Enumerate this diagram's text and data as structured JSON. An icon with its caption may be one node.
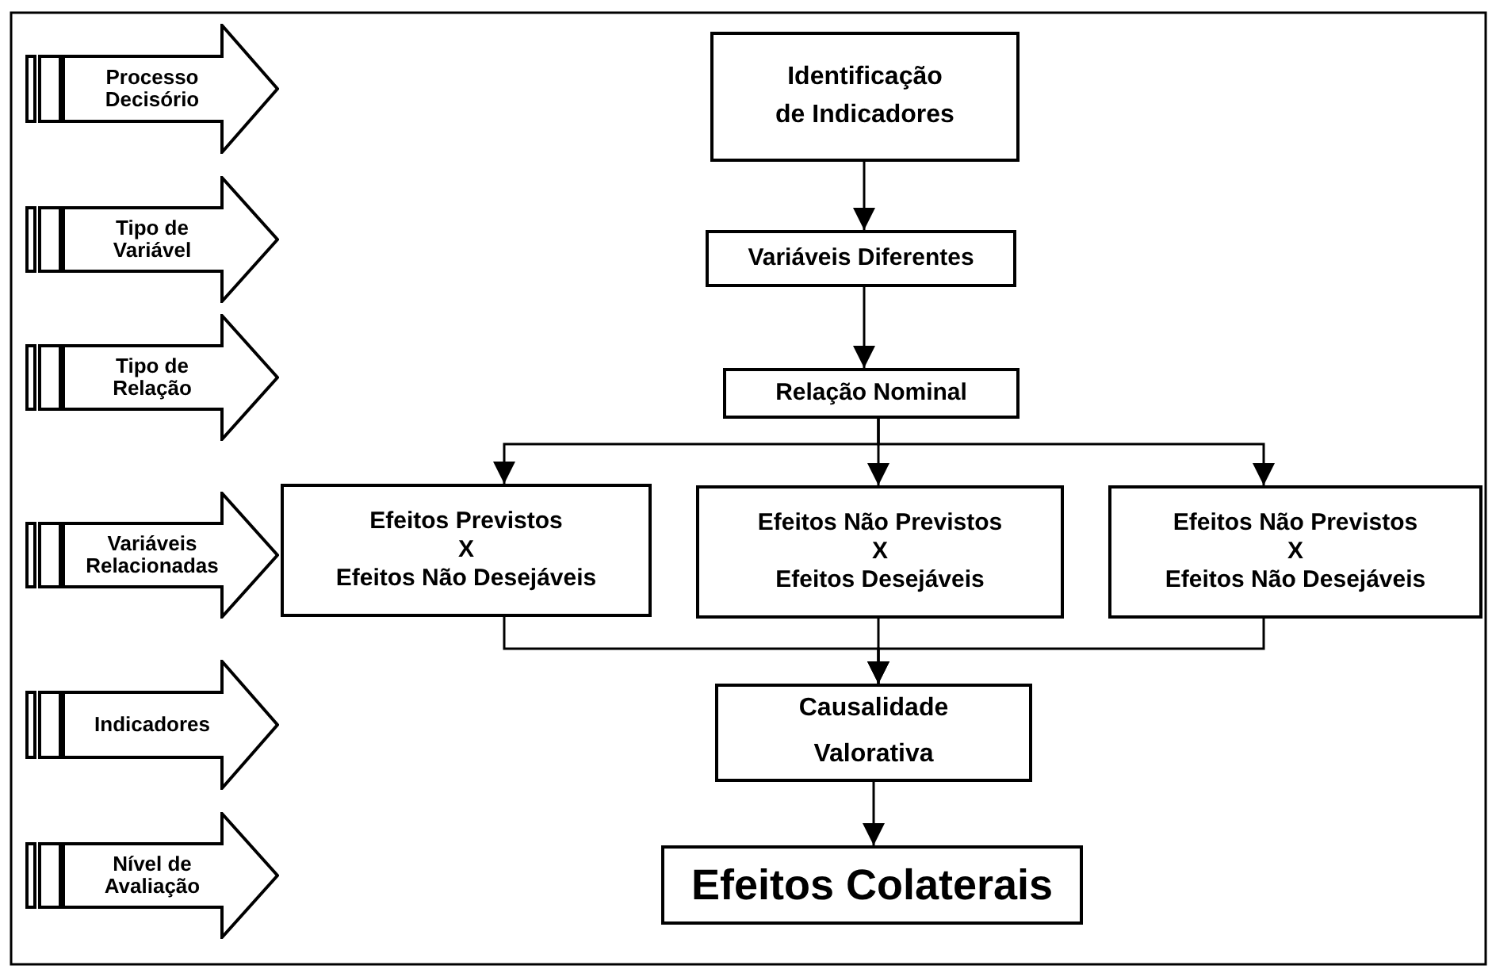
{
  "diagram": {
    "nodes": [
      {
        "text": [
          "Processo Decisório"
        ]
      },
      {
        "text": [
          "Tipo de Variável"
        ]
      },
      {
        "text": [
          "Tipo de Relação"
        ]
      },
      {
        "text": [
          "Variáveis Relacionadas"
        ]
      },
      {
        "text": [
          "Indicadores"
        ]
      },
      {
        "text": [
          "Nível de Avaliação"
        ]
      },
      {
        "text": [
          "Identificação de Indicadores"
        ]
      },
      {
        "text": [
          "Variáveis Diferentes"
        ]
      },
      {
        "text": [
          "Relação Nominal"
        ]
      },
      {
        "text": [
          "Efeitos Previstos",
          "X",
          "Efeitos Não Desejáveis"
        ]
      },
      {
        "text": [
          "Efeitos Não Previstos",
          "X",
          "Efeitos Desejáveis"
        ]
      },
      {
        "text": [
          "Efeitos Não Previstos",
          "X",
          "Efeitos Não Desejáveis"
        ]
      },
      {
        "text": [
          "Causalidade Valorativa"
        ]
      },
      {
        "text": [
          "Efeitos Colaterais"
        ]
      }
    ],
    "edges": [
      {
        "from": 6,
        "to": 7,
        "arrow": "to"
      },
      {
        "from": 7,
        "to": 8,
        "arrow": "to"
      },
      {
        "from": 8,
        "to": 9,
        "arrow": "to"
      },
      {
        "from": 8,
        "to": 10,
        "arrow": "to"
      },
      {
        "from": 8,
        "to": 11,
        "arrow": "to"
      },
      {
        "from": 9,
        "to": 12,
        "arrow": "to"
      },
      {
        "from": 10,
        "to": 12,
        "arrow": "to"
      },
      {
        "from": 11,
        "to": 12,
        "arrow": "to"
      },
      {
        "from": 12,
        "to": 13,
        "arrow": "to"
      }
    ]
  }
}
